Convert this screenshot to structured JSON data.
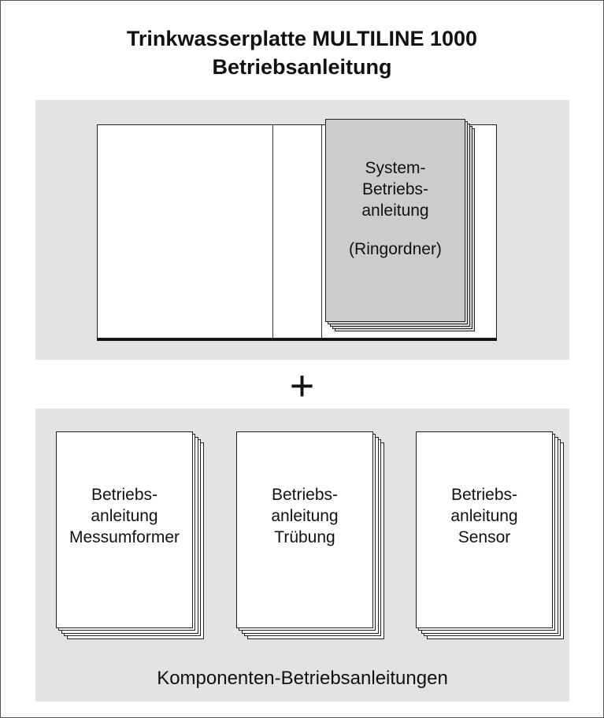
{
  "title": {
    "line1": "Trinkwasserplatte MULTILINE 1000",
    "line2": "Betriebsanleitung"
  },
  "binder": {
    "label_line1": "System-",
    "label_line2": "Betriebs-",
    "label_line3": "anleitung",
    "label_line4": "(Ringordner)"
  },
  "plus_symbol": "+",
  "components": [
    {
      "line1": "Betriebs-",
      "line2": "anleitung",
      "line3": "Messumformer"
    },
    {
      "line1": "Betriebs-",
      "line2": "anleitung",
      "line3": "Trübung"
    },
    {
      "line1": "Betriebs-",
      "line2": "anleitung",
      "line3": "Sensor"
    }
  ],
  "caption": "Komponenten-Betriebsanleitungen"
}
